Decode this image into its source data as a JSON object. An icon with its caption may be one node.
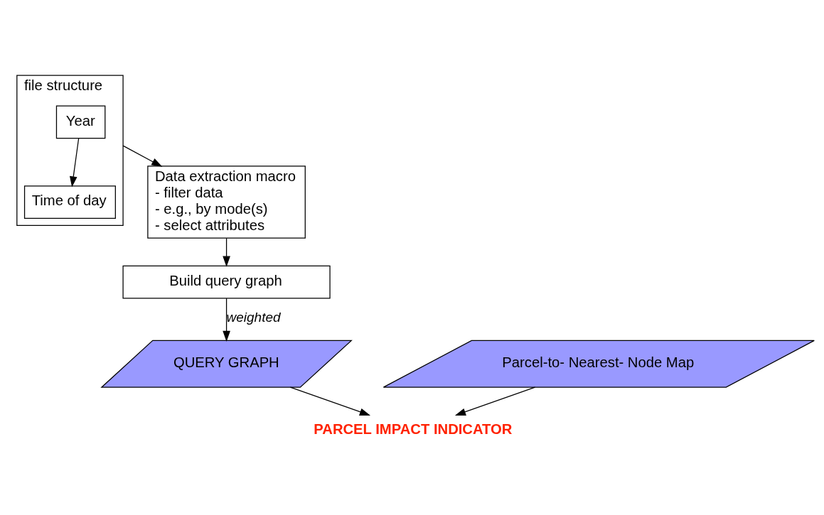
{
  "diagram": {
    "nodes": [
      {
        "text": [
          "file structure"
        ]
      },
      {
        "text": [
          "Year"
        ],
        "in": 0
      },
      {
        "text": [
          "Time of day"
        ],
        "in": 0
      },
      {
        "text": [
          "Data extraction macro",
          "- filter data",
          "- e.g., by mode(s)",
          "- select attributes"
        ]
      },
      {
        "text": [
          "Build query graph"
        ]
      },
      {
        "text": [
          "QUERY GRAPH"
        ]
      },
      {
        "text": [
          "Parcel-to- Nearest- Node Map"
        ]
      },
      {
        "text": [
          "PARCEL IMPACT INDICATOR"
        ]
      }
    ],
    "edges": [
      {
        "from": 1,
        "to": 2,
        "arrow": "to"
      },
      {
        "from": 0,
        "to": 3,
        "arrow": "to"
      },
      {
        "from": 3,
        "to": 4,
        "arrow": "to"
      },
      {
        "from": 4,
        "to": 5,
        "arrow": "to",
        "label": "weighted"
      },
      {
        "from": 5,
        "to": 7,
        "arrow": "to"
      },
      {
        "from": 6,
        "to": 7,
        "arrow": "to"
      }
    ]
  }
}
